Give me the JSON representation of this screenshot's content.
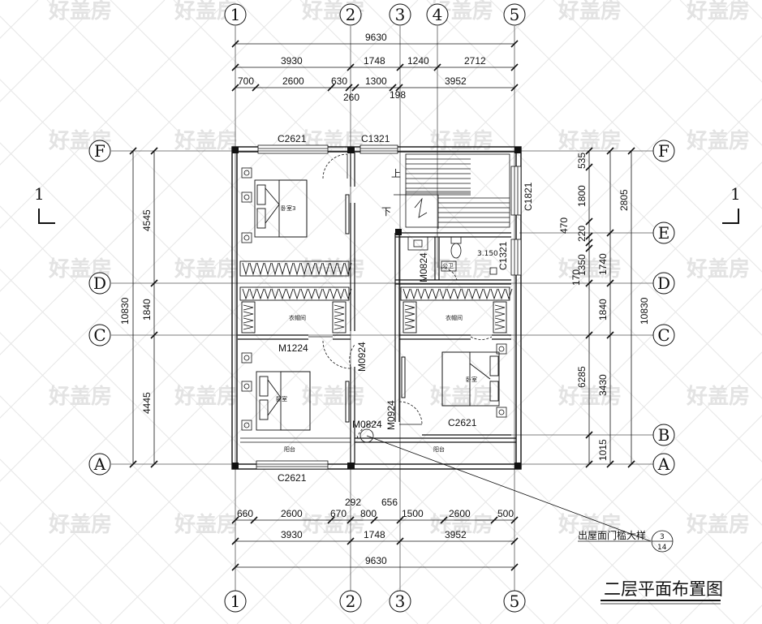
{
  "watermark": "好盖房",
  "title": "二层平面布置图",
  "axes": {
    "cols": [
      "1",
      "2",
      "3",
      "4",
      "5"
    ],
    "rows": [
      "F",
      "E",
      "D",
      "C",
      "B",
      "A"
    ]
  },
  "section_marker": "1",
  "dims_top": {
    "total": "9630",
    "row2": [
      "3930",
      "1748",
      "1240",
      "2712"
    ],
    "row3": [
      "700",
      "2600",
      "630",
      "1300",
      "3952"
    ],
    "extra": [
      "260",
      "198"
    ]
  },
  "dims_bottom": {
    "row1": [
      "660",
      "2600",
      "670",
      "800",
      "1500",
      "2600",
      "500"
    ],
    "extra": [
      "292",
      "656"
    ],
    "row2": [
      "3930",
      "1748",
      "3952"
    ],
    "total": "9630"
  },
  "dims_left": {
    "total": "10830",
    "parts": [
      "4545",
      "1840",
      "4445"
    ]
  },
  "dims_right": {
    "inner": [
      "535",
      "1800",
      "470",
      "220",
      "170",
      "1350",
      "1740",
      "1840",
      "3430",
      "1015"
    ],
    "mid": [
      "2805",
      "1740",
      "1840",
      "6285"
    ],
    "total": "10830"
  },
  "windows": {
    "c2621_top": "C2621",
    "c1321_top": "C1321",
    "c1821": "C1821",
    "c1321_right": "C1321",
    "c2621_mid": "C2621",
    "c2621_bottom": "C2621"
  },
  "doors": {
    "m1224": "M1224",
    "m0924_a": "M0924",
    "m0824_a": "M0824",
    "m0824_b": "M0824",
    "m0924_b": "M0924"
  },
  "rooms": {
    "bedroom3": "卧室3",
    "wardrobe1": "衣帽间",
    "wardrobe2": "衣帽间",
    "bedroom_l": "卧室",
    "bedroom_r": "卧室",
    "balcony_l": "阳台",
    "balcony_r": "阳台",
    "wc": "公卫"
  },
  "stair": {
    "up": "上",
    "down": "下"
  },
  "elevation": "3.150",
  "callout": {
    "text": "出屋面门槛大样",
    "num": "3",
    "sheet": "14"
  }
}
